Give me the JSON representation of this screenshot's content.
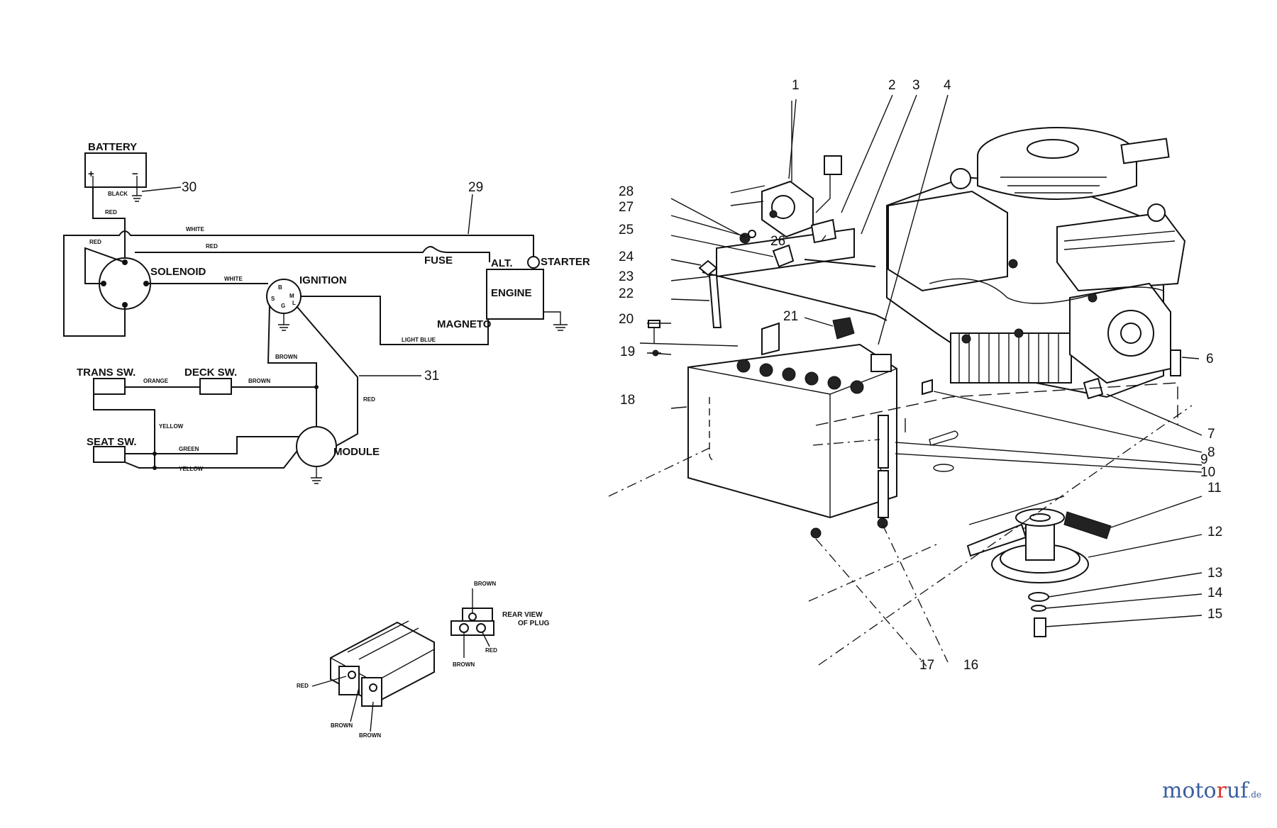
{
  "wiring": {
    "battery": "BATTERY",
    "plus": "+",
    "minus": "−",
    "black": "BLACK",
    "red_1": "RED",
    "red_2": "RED",
    "red_3": "RED",
    "red_4": "RED",
    "white_1": "WHITE",
    "white_2": "WHITE",
    "solenoid": "SOLENOID",
    "fuse": "FUSE",
    "alt": "ALT.",
    "starter": "STARTER",
    "engine": "ENGINE",
    "magneto": "MAGNETO",
    "ignition": "IGNITION",
    "ign_b": "B",
    "ign_s": "S",
    "ign_g": "G",
    "ign_m": "M",
    "ign_l": "L",
    "light_blue": "LIGHT BLUE",
    "brown_1": "BROWN",
    "brown_2": "BROWN",
    "orange": "ORANGE",
    "trans_sw": "TRANS SW.",
    "deck_sw": "DECK SW.",
    "yellow_1": "YELLOW",
    "yellow_2": "YELLOW",
    "seat_sw": "SEAT SW.",
    "green": "GREEN",
    "module": "MODULE",
    "ref_29": "29",
    "ref_30": "30",
    "ref_31": "31"
  },
  "plug": {
    "brown_top": "BROWN",
    "rear_view": "REAR VIEW",
    "of_plug": "OF PLUG",
    "brown_bottom": "BROWN",
    "red_right": "RED",
    "red_left": "RED",
    "brown_a": "BROWN",
    "brown_b": "BROWN"
  },
  "parts": {
    "p1": "1",
    "p2": "2",
    "p3": "3",
    "p4": "4",
    "p6": "6",
    "p7": "7",
    "p8": "8",
    "p9": "9",
    "p10": "10",
    "p11": "11",
    "p12": "12",
    "p13": "13",
    "p14": "14",
    "p15": "15",
    "p16": "16",
    "p17": "17",
    "p18": "18",
    "p19": "19",
    "p20": "20",
    "p21": "21",
    "p22": "22",
    "p23": "23",
    "p24": "24",
    "p25": "25",
    "p26": "26",
    "p27": "27",
    "p28": "28"
  },
  "watermark": {
    "text_a": "moto",
    "text_b": "r",
    "text_c": "uf",
    "tld": ".de",
    "color_blue": "#3a5fa0",
    "color_red": "#d8322b"
  }
}
